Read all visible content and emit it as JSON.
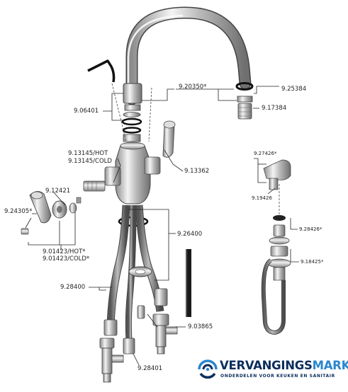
{
  "labels": {
    "p_9_20350": "9.20350*",
    "p_9_25384": "9.25384",
    "p_9_17384": "9.17384",
    "p_9_06401": "9.06401",
    "p_9_13145_hot": "9.13145/HOT",
    "p_9_13145_cold": "9.13145/COLD",
    "p_9_13362": "9.13362",
    "p_9_12421": "9.12421",
    "p_9_24305": "9.24305*",
    "p_9_01423_hot": "9.01423/HOT*",
    "p_9_01423_cold": "9.01423/COLD*",
    "p_9_26400": "9.26400",
    "p_9_28400": "9.28400",
    "p_9_03865": "9.03865",
    "p_9_28401": "9.28401",
    "p_9_27426": "9.27426*",
    "p_9_19426": "9.19426",
    "p_9_28426": "9.28426*",
    "p_9_18425": "9.18425*"
  },
  "brand": {
    "name_part1": "VERVANGINGS",
    "name_part2": "MARKT",
    "tagline": "ONDERDELEN VOOR KEUKEN EN SANITAIR",
    "color_dark": "#0b2e5c",
    "color_light": "#2a86d0"
  }
}
